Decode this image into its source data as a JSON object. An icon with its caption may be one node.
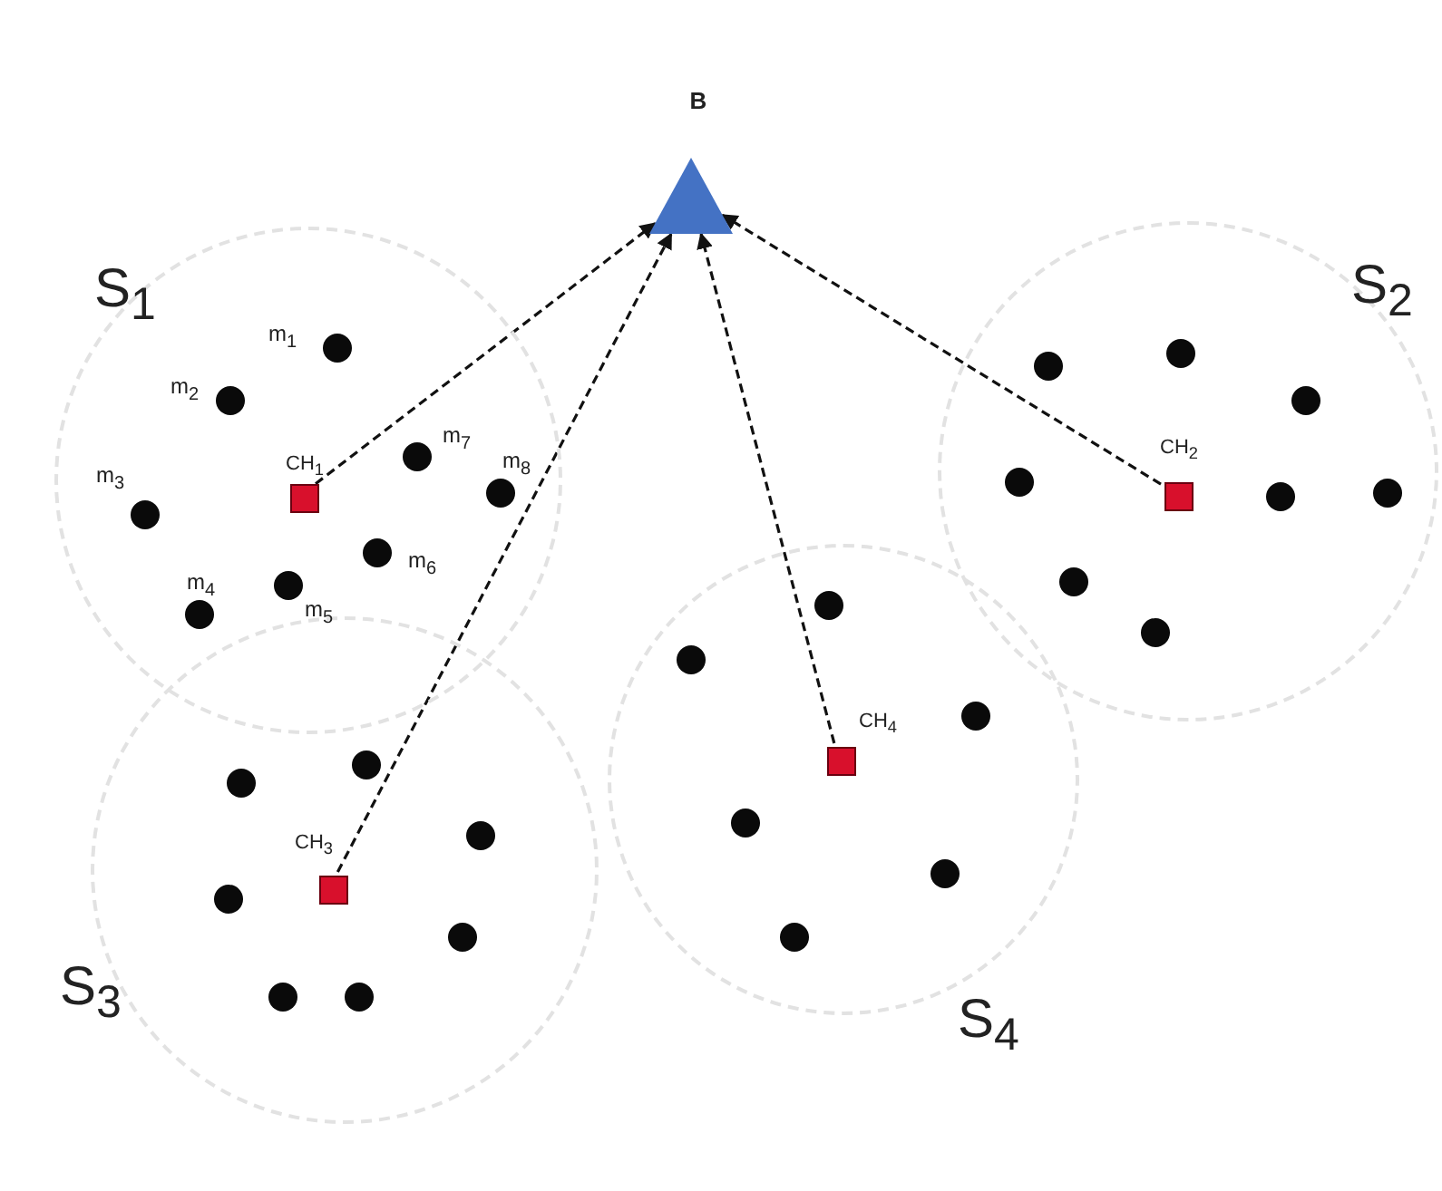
{
  "diagram": {
    "nodes": [
      {
        "text": [
          "B"
        ]
      },
      {
        "text": [
          "S$_{1}$"
        ]
      },
      {
        "text": [
          "CH$_{1}$"
        ],
        "in": 1
      },
      {
        "text": [
          "S$_{2}$"
        ]
      },
      {
        "text": [
          "CH$_{2}$"
        ],
        "in": 3
      },
      {
        "text": [
          "S$_{3}$"
        ]
      },
      {
        "text": [
          "CH$_{3}$"
        ],
        "in": 5
      },
      {
        "text": [
          "S$_{4}$"
        ]
      },
      {
        "text": [
          "CH$_{4}$"
        ],
        "in": 7
      }
    ],
    "edges": [
      {
        "from": 2,
        "to": 0,
        "arrow": "to",
        "style": "dashed"
      },
      {
        "from": 6,
        "to": 0,
        "arrow": "to",
        "style": "dashed"
      },
      {
        "from": 8,
        "to": 0,
        "arrow": "to",
        "style": "dashed"
      },
      {
        "from": 4,
        "to": 0,
        "arrow": "to",
        "style": "dashed"
      }
    ],
    "labels": [
      "m$_{1}$",
      "m$_{2}$",
      "m$_{7}$",
      "m$_{8}$",
      "m$_{3}$",
      "m$_{6}$",
      "m$_{4}$",
      "m$_{5}$"
    ]
  }
}
